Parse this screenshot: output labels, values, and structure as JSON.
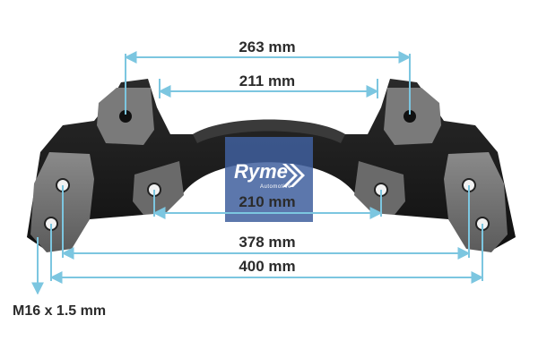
{
  "dimensions": {
    "top_mount_width": "263 mm",
    "top_inner_width": "211 mm",
    "inner_hole_spacing": "210 mm",
    "outer_hole_spacing": "378 mm",
    "overall_width": "400 mm",
    "thread": "M16 x 1.5 mm"
  },
  "logo": {
    "brand": "Ryme",
    "tagline": "Automotive"
  },
  "colors": {
    "dimension_line": "#7cc6e0",
    "text": "#2b2b2b",
    "logo_box": "#3f5f9e",
    "bracket_dark": "#1b1b1b",
    "bracket_grey": "#6d6d6d"
  }
}
